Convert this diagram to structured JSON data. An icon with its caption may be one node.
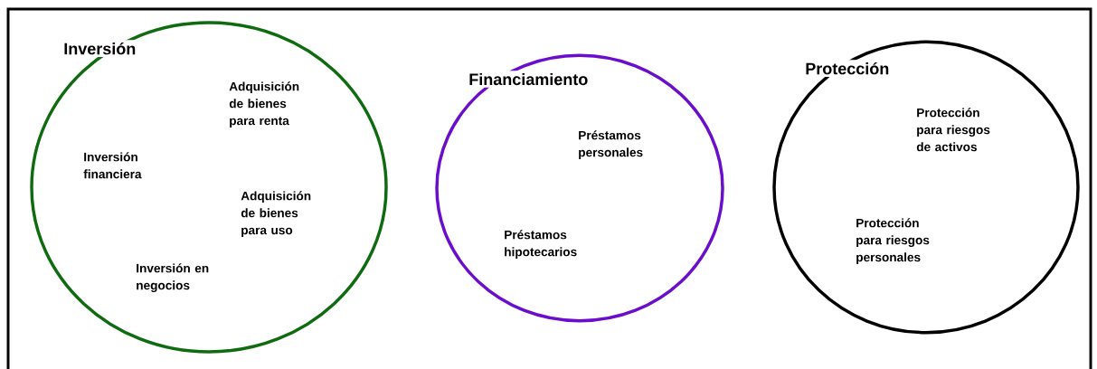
{
  "diagram": {
    "nodes": [
      {
        "text": [
          "Inversión",
          "Adquisición de bienes para renta",
          "Inversión financiera",
          "Adquisición de bienes para uso",
          "Inversión en negocios"
        ]
      },
      {
        "text": [
          "Financiamiento",
          "Préstamos personales",
          "Préstamos hipotecarios"
        ]
      },
      {
        "text": [
          "Protección",
          "Protección para riesgos de activos",
          "Protección para riesgos personales"
        ]
      }
    ]
  }
}
